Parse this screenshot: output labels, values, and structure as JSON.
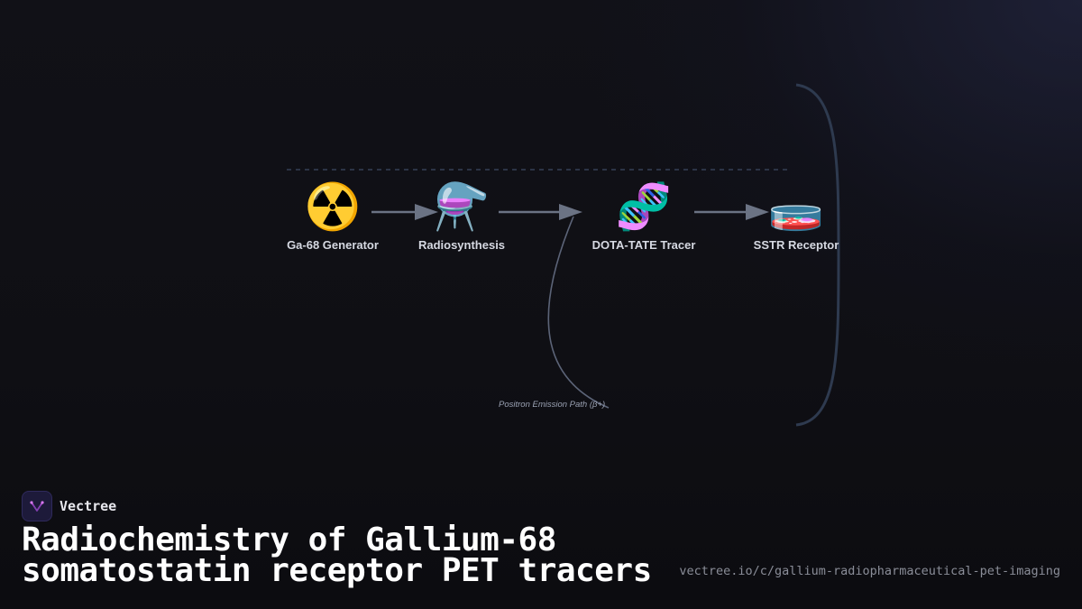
{
  "brand": {
    "name": "Vectree",
    "logo_icon": "vectree-logo-icon",
    "logo_color": "#b44fd6"
  },
  "title": {
    "line1": "Radiochemistry of Gallium-68",
    "line2": "somatostatin receptor PET tracers"
  },
  "url": "vectree.io/c/gallium-radiopharmaceutical-pet-imaging",
  "diagram": {
    "nodes": [
      {
        "id": "generator",
        "icon": "☢️",
        "icon_name": "radioactive-icon",
        "label": "Ga-68 Generator"
      },
      {
        "id": "synthesis",
        "icon": "⚗️",
        "icon_name": "alembic-icon",
        "label": "Radiosynthesis"
      },
      {
        "id": "tracer",
        "icon": "🧬",
        "icon_name": "dna-icon",
        "label": "DOTA-TATE Tracer"
      },
      {
        "id": "receptor",
        "icon": "🧫",
        "icon_name": "petri-dish-icon",
        "label": "SSTR Receptor"
      }
    ],
    "annotation": "Positron Emission Path (β+)",
    "colors": {
      "arrow": "#6b7384",
      "curve": "#5c6478",
      "bracket": "#2e3a4f",
      "dashed_line": "#2c3446",
      "label": "#d6d9e2"
    }
  }
}
